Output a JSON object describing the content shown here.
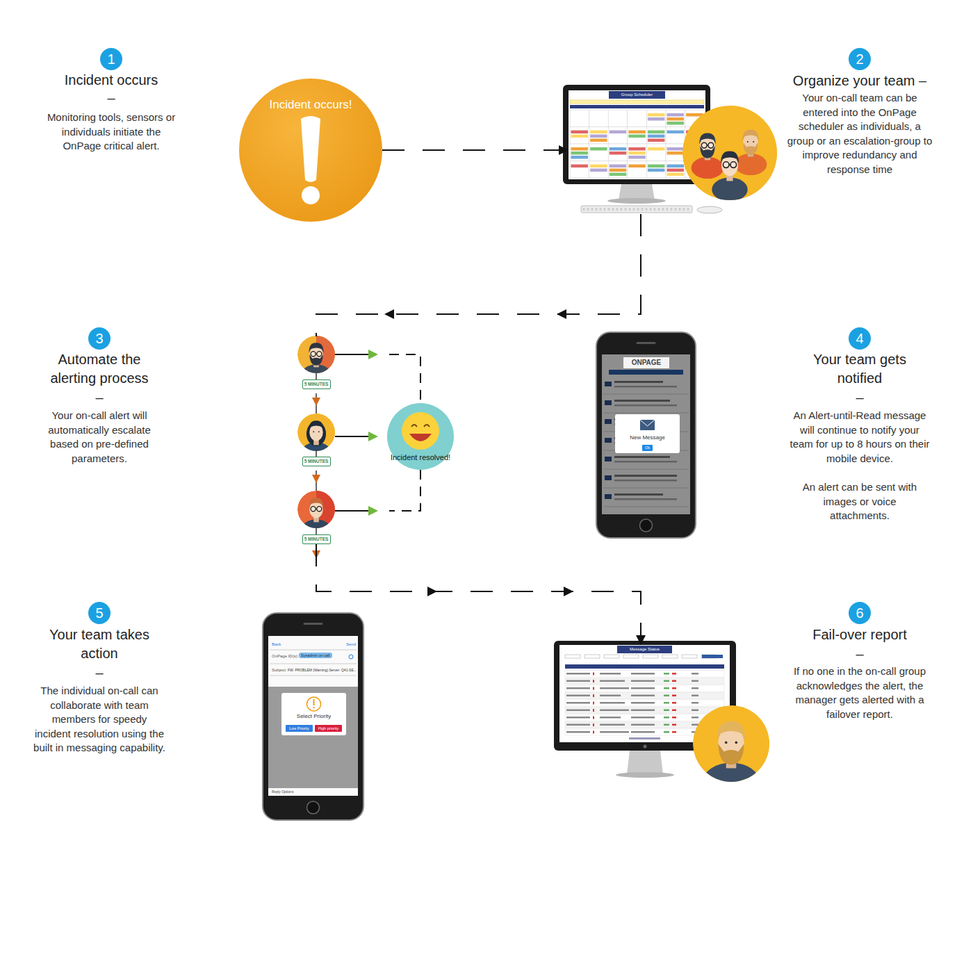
{
  "diagram": {
    "nodes": [
      {
        "text": [
          "1"
        ]
      },
      {
        "text": [
          "Incident occurs!"
        ]
      },
      {
        "text": [
          "2"
        ]
      },
      {
        "text": [
          "Group Scheduler"
        ]
      },
      {
        "text": [
          "3"
        ]
      },
      {
        "text": [
          "5 MINUTES"
        ]
      },
      {
        "text": [
          "Incident resolved!"
        ]
      },
      {
        "text": [
          "5 MINUTES"
        ]
      },
      {
        "text": [
          "5 MINUTES"
        ]
      },
      {
        "text": [
          "4"
        ]
      },
      {
        "text": [
          "New Message"
        ]
      },
      {
        "text": [
          "Ok"
        ],
        "in": 10
      },
      {
        "text": [
          "5"
        ]
      },
      {
        "text": [
          "Select Priority"
        ]
      },
      {
        "text": [
          "Low Priority"
        ],
        "in": 13
      },
      {
        "text": [
          "High priority"
        ],
        "in": 13
      },
      {
        "text": [
          "6"
        ]
      },
      {
        "text": [
          "Message Status"
        ]
      }
    ],
    "edges": [
      {
        "from": 1,
        "to": 3,
        "arrow": "to"
      },
      {
        "from": 8,
        "to": 17,
        "arrow": "to"
      }
    ],
    "labels": [
      "Incident occurs",
      "–",
      "Monitoring tools, sensors or individuals initiate the OnPage critical alert.",
      "Organize your team –",
      "Your on-call team can be entered into the OnPage scheduler as individuals, a group or an escalation-group to improve redundancy and response time",
      "Automate the alerting process",
      "–",
      "Your on-call alert will automatically escalate based on pre-defined parameters.",
      "Your team gets notified",
      "–",
      "An Alert-until-Read message will continue to notify your team for up to 8 hours on their mobile device.",
      "An alert can be sent with images or voice attachments.",
      "Your team takes action",
      "–",
      "The individual on-call can collaborate with team members for speedy incident resolution using the built in messaging capability.",
      "Fail-over report",
      "–",
      "If no one in the on-call group acknowledges the alert, the manager gets alerted with a failover report.",
      "ONPAGE",
      "Back",
      "Send",
      "OnPage ID(s):",
      "Sysadmin on call",
      "Subject:",
      "FW: PROBLEM (Warning) Server: Q41-SE...",
      "Reply Options"
    ]
  }
}
